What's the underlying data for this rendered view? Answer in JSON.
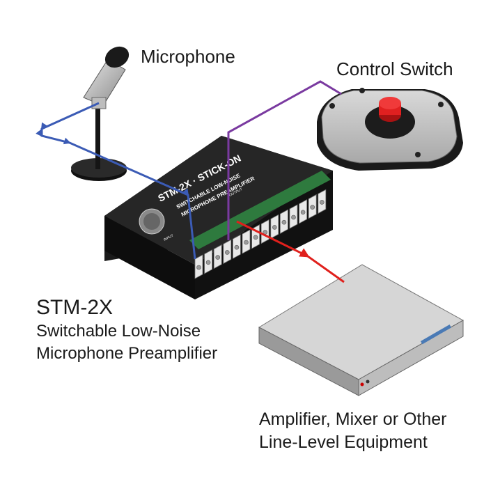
{
  "labels": {
    "microphone": "Microphone",
    "control_switch": "Control Switch",
    "product_model": "STM-2X",
    "product_line1": "Switchable Low-Noise",
    "product_line2": "Microphone Preamplifier",
    "equipment_line1": "Amplifier, Mixer or Other",
    "equipment_line2": "Line-Level Equipment"
  },
  "device_print": {
    "brand_top": "STM-2X · STICK-ON",
    "line1": "SWITCHABLE LOW-NOISE",
    "line2": "MICROPHONE PREAMPLIFIER",
    "input_label": "INPUT",
    "output_label": "OUTPUT"
  },
  "wire_colors": {
    "mic_wire": "#3b5bb5",
    "switch_wire": "#7a3aa0",
    "output_wire": "#e0201c"
  }
}
